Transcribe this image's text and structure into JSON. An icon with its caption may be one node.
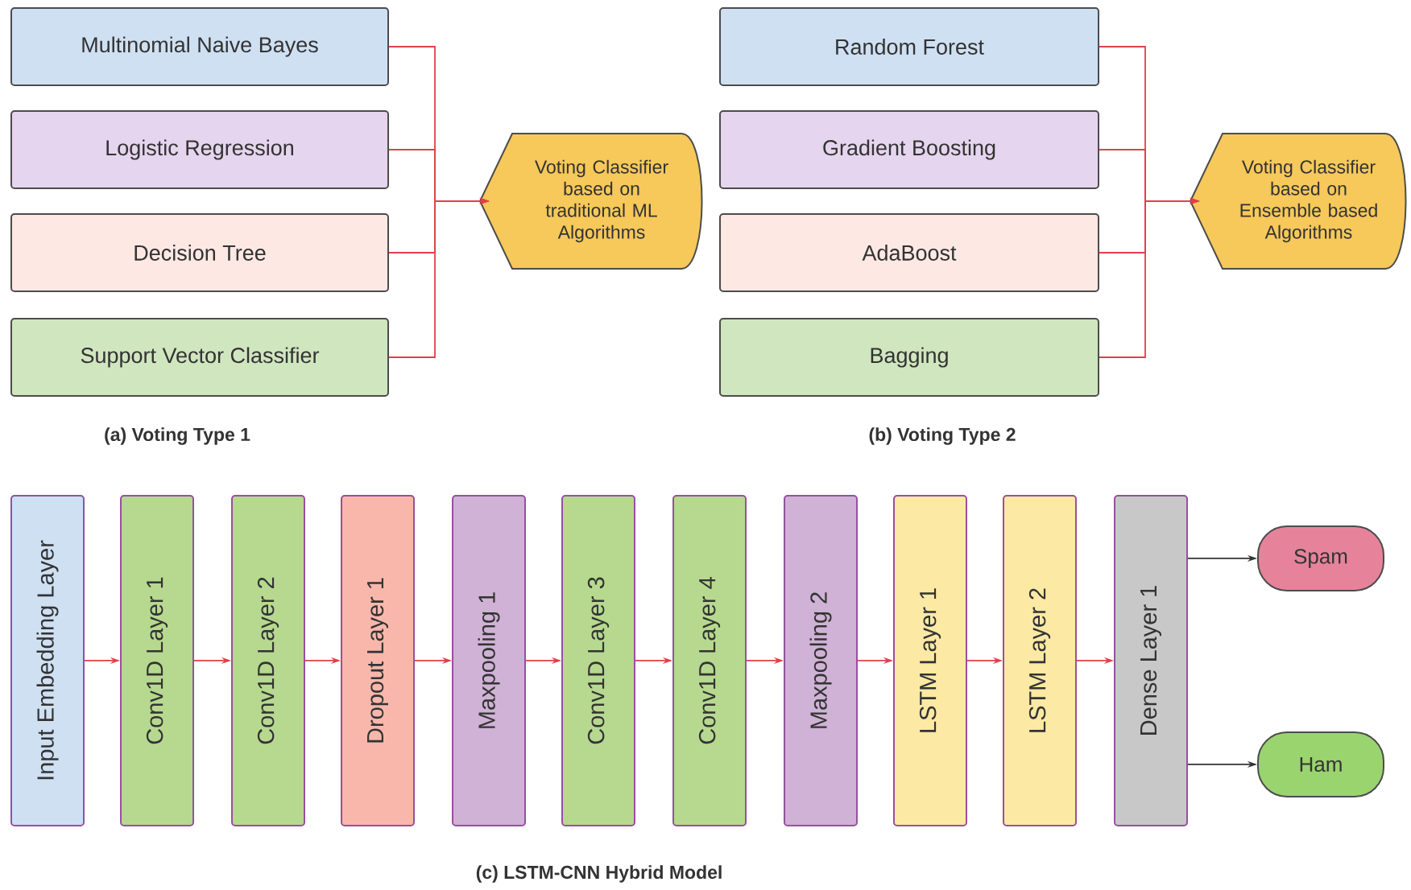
{
  "diagram": {
    "nodes": [
      {
        "text": [
          "Multinomial Naive Bayes"
        ]
      },
      {
        "text": [
          "Logistic Regression"
        ]
      },
      {
        "text": [
          "Decision Tree"
        ]
      },
      {
        "text": [
          "Support Vector Classifier"
        ]
      },
      {
        "text": [
          "Voting Classifier based on traditional ML Algorithms"
        ]
      },
      {
        "text": [
          "Random Forest"
        ]
      },
      {
        "text": [
          "Gradient Boosting"
        ]
      },
      {
        "text": [
          "AdaBoost"
        ]
      },
      {
        "text": [
          "Bagging"
        ]
      },
      {
        "text": [
          "Voting Classifier based on Ensemble based Algorithms"
        ]
      },
      {
        "text": [
          "Input Embedding Layer"
        ]
      },
      {
        "text": [
          "Conv1D Layer 1"
        ]
      },
      {
        "text": [
          "Conv1D Layer 2"
        ]
      },
      {
        "text": [
          "Dropout Layer 1"
        ]
      },
      {
        "text": [
          "Maxpooling 1"
        ]
      },
      {
        "text": [
          "Conv1D Layer 3"
        ]
      },
      {
        "text": [
          "Conv1D Layer 4"
        ]
      },
      {
        "text": [
          "Maxpooling 2"
        ]
      },
      {
        "text": [
          "LSTM Layer 1"
        ]
      },
      {
        "text": [
          "LSTM Layer 2"
        ]
      },
      {
        "text": [
          "Dense Layer 1"
        ]
      },
      {
        "text": [
          "Spam"
        ]
      },
      {
        "text": [
          "Ham"
        ]
      }
    ],
    "edges": [
      {
        "from": 0,
        "to": 4,
        "arrow": "to"
      },
      {
        "from": 1,
        "to": 4,
        "arrow": "to"
      },
      {
        "from": 2,
        "to": 4,
        "arrow": "to"
      },
      {
        "from": 3,
        "to": 4,
        "arrow": "to"
      },
      {
        "from": 5,
        "to": 9,
        "arrow": "to"
      },
      {
        "from": 6,
        "to": 9,
        "arrow": "to"
      },
      {
        "from": 7,
        "to": 9,
        "arrow": "to"
      },
      {
        "from": 8,
        "to": 9,
        "arrow": "to"
      },
      {
        "from": 10,
        "to": 11,
        "arrow": "to"
      },
      {
        "from": 11,
        "to": 12,
        "arrow": "to"
      },
      {
        "from": 12,
        "to": 13,
        "arrow": "to"
      },
      {
        "from": 13,
        "to": 14,
        "arrow": "to"
      },
      {
        "from": 14,
        "to": 15,
        "arrow": "to"
      },
      {
        "from": 15,
        "to": 16,
        "arrow": "to"
      },
      {
        "from": 16,
        "to": 17,
        "arrow": "to"
      },
      {
        "from": 17,
        "to": 18,
        "arrow": "to"
      },
      {
        "from": 18,
        "to": 19,
        "arrow": "to"
      },
      {
        "from": 19,
        "to": 20,
        "arrow": "to"
      },
      {
        "from": 20,
        "to": 21,
        "arrow": "to",
        "color": "#333333"
      },
      {
        "from": 20,
        "to": 22,
        "arrow": "to",
        "color": "#333333"
      }
    ],
    "labels": [
      "(a) Voting Type 1",
      "(b) Voting Type 2",
      "(c) LSTM-CNN Hybrid Model"
    ]
  }
}
